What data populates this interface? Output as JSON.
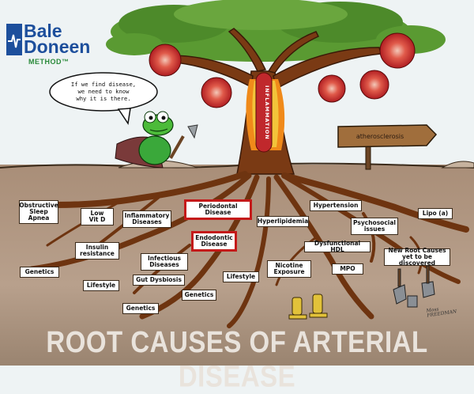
{
  "logo": {
    "line1": "Bale",
    "line2": "Doneen",
    "line3": "METHOD™",
    "brand_color": "#1d4f9c",
    "accent_color": "#2a8a3a"
  },
  "speech_bubble": {
    "text": "If we find disease,\nwe need to know\nwhy it is there."
  },
  "trunk_label": "INFLAMMATION",
  "sign_label": "atherosclerosis",
  "signature": "Moss\nFREEDMAN",
  "title": "ROOT CAUSES OF ARTERIAL DISEASE",
  "root_labels": [
    {
      "id": "obstructive-sleep-apnea",
      "text": "Obstructive\nSleep\nApnea",
      "highlight": false
    },
    {
      "id": "low-vit-d",
      "text": "Low\nVit D",
      "highlight": false
    },
    {
      "id": "inflammatory-diseases",
      "text": "Inflammatory\nDiseases",
      "highlight": false
    },
    {
      "id": "periodontal-disease",
      "text": "Periodontal\nDisease",
      "highlight": true
    },
    {
      "id": "hypertension",
      "text": "Hypertension",
      "highlight": false
    },
    {
      "id": "lipo-a",
      "text": "Lipo (a)",
      "highlight": false
    },
    {
      "id": "hyperlipidemia",
      "text": "Hyperlipidemia",
      "highlight": false
    },
    {
      "id": "psychosocial-issues",
      "text": "Psychosocial\nissues",
      "highlight": false
    },
    {
      "id": "endodontic-disease",
      "text": "Endodontic\nDisease",
      "highlight": true
    },
    {
      "id": "insulin-resistance",
      "text": "Insulin\nresistance",
      "highlight": false
    },
    {
      "id": "dysfunctional-hdl",
      "text": "Dysfunctional HDL",
      "highlight": false
    },
    {
      "id": "new-root-causes",
      "text": "New Root Causes\nyet to be discovered",
      "highlight": false
    },
    {
      "id": "infectious-diseases",
      "text": "Infectious\nDiseases",
      "highlight": false
    },
    {
      "id": "genetics-left",
      "text": "Genetics",
      "highlight": false
    },
    {
      "id": "nicotine-exposure",
      "text": "Nicotine\nExposure",
      "highlight": false
    },
    {
      "id": "mpo",
      "text": "MPO",
      "highlight": false
    },
    {
      "id": "lifestyle-left",
      "text": "Lifestyle",
      "highlight": false
    },
    {
      "id": "gut-dysbiosis",
      "text": "Gut Dysbiosis",
      "highlight": false
    },
    {
      "id": "lifestyle-right",
      "text": "Lifestyle",
      "highlight": false
    },
    {
      "id": "genetics-middle",
      "text": "Genetics",
      "highlight": false
    },
    {
      "id": "genetics-bottom",
      "text": "Genetics",
      "highlight": false
    }
  ],
  "colors": {
    "sky": "#eef3f4",
    "soil": "#b49a85",
    "root": "#7a3a14",
    "foliage": "#4d8a2a",
    "cell": "#c8282a",
    "highlight_border": "#c41a1a"
  }
}
